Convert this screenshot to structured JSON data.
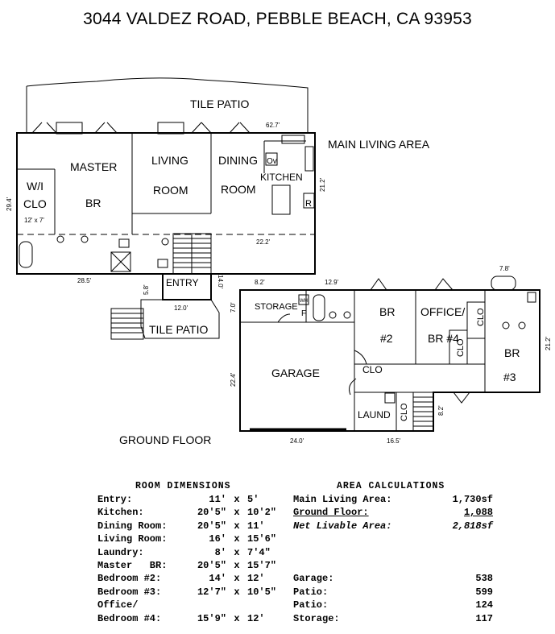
{
  "title": "3044 VALDEZ ROAD, PEBBLE BEACH, CA  93953",
  "labels": {
    "tile_patio_top": "TILE PATIO",
    "main_living_area": "MAIN LIVING AREA",
    "master": "MASTER",
    "br": "BR",
    "wi": "W/I",
    "clo": "CLO",
    "walkin_dim": "12' x 7'",
    "living": "LIVING",
    "room": "ROOM",
    "dining": "DINING",
    "kitchen": "KITCHEN",
    "ov": "Ov",
    "r": "R",
    "entry": "ENTRY",
    "tile_patio_bottom": "TILE PATIO",
    "storage": "STORAGE",
    "wh": "WH",
    "f": "F",
    "garage": "GARAGE",
    "br2_a": "BR",
    "br2_b": "#2",
    "office_a": "OFFICE/",
    "office_b": "BR #4",
    "br3_a": "BR",
    "br3_b": "#3",
    "clo_hall": "CLO",
    "laund": "LAUND",
    "ground_floor": "GROUND FLOOR"
  },
  "dims": {
    "d62_7": "62.7'",
    "d29_4": "29.4'",
    "d21_2a": "21.2'",
    "d22_2": "22.2'",
    "d28_5": "28.5'",
    "d14_0": "14.0'",
    "d5_8a": "5.8'",
    "d12_0": "12.0'",
    "d8_2a": "8.2'",
    "d12_9": "12.9'",
    "d7_8": "7.8'",
    "d7_0": "7.0'",
    "d22_4": "22.4'",
    "d24_0": "24.0'",
    "d16_5": "16.5'",
    "d8_2b": "8.2'",
    "d21_2b": "21.2'"
  },
  "room_dimensions": {
    "header": "ROOM DIMENSIONS",
    "rows": [
      [
        "Entry:",
        "11'",
        "x",
        "5'"
      ],
      [
        "Kitchen:",
        "20'5\"",
        "x",
        "10'2\""
      ],
      [
        "Dining Room:",
        "20'5\"",
        "x",
        "11'"
      ],
      [
        "Living Room:",
        "16'",
        "x",
        "15'6\""
      ],
      [
        "Laundry:",
        "8'",
        "x",
        "7'4\""
      ],
      [
        "Master   BR:",
        "20'5\"",
        "x",
        "15'7\""
      ],
      [
        "Bedroom #2:",
        "14'",
        "x",
        "12'"
      ],
      [
        "Bedroom #3:",
        "12'7\"",
        "x",
        "10'5\""
      ],
      [
        "Office/",
        "",
        "",
        ""
      ],
      [
        "Bedroom #4:",
        "15'9\"",
        "x",
        "12'"
      ]
    ]
  },
  "area_calculations": {
    "header": "AREA CALCULATIONS",
    "rows": [
      [
        "Main Living Area:",
        "1,730sf"
      ],
      [
        "Ground Floor:",
        "1,088"
      ],
      [
        "Net Livable Area:",
        "2,818sf"
      ],
      [
        "",
        ""
      ],
      [
        "",
        ""
      ],
      [
        "",
        ""
      ],
      [
        "Garage:",
        "538"
      ],
      [
        "Patio:",
        "599"
      ],
      [
        "Patio:",
        "124"
      ],
      [
        "Storage:",
        "117"
      ]
    ]
  }
}
